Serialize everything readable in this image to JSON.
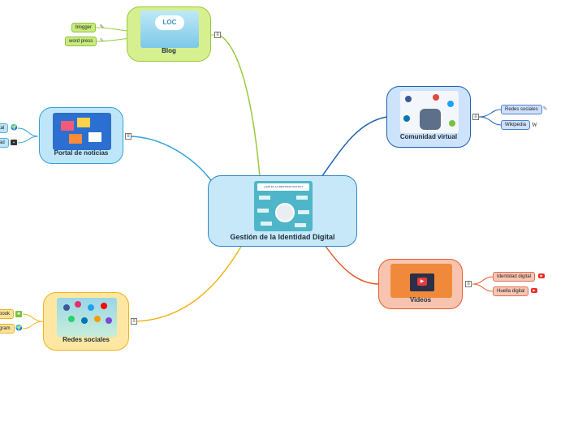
{
  "central": {
    "title": "Gestión de la Identidad Digital",
    "banner_text": "¿QUÉ ES LA IDENTIDAD DIGITAL?"
  },
  "blog": {
    "title": "Blog",
    "logo_text": "LOC",
    "items": [
      "blogger",
      "word press"
    ]
  },
  "portal": {
    "title": "Portal de noticias",
    "items": [
      "tal",
      "ad"
    ]
  },
  "redes": {
    "title": "Redes sociales",
    "items": [
      "book",
      "gram"
    ]
  },
  "comunidad": {
    "title": "Comunidad virtual",
    "items": [
      "Redes sociales",
      "Wikipedia"
    ]
  },
  "videos": {
    "title": "Videos",
    "items": [
      "Identidad digital",
      "Huella digital"
    ]
  },
  "colors": {
    "central_fill": "#c6e8f8",
    "central_border": "#2e85c9",
    "blog": "#97c93b",
    "portal": "#33a2db",
    "comunidad": "#1f5fae",
    "videos": "#e45a2c",
    "redes": "#f0b419"
  },
  "icons": {
    "collapse": "≡",
    "wiki": "W",
    "youtube": "▶"
  }
}
